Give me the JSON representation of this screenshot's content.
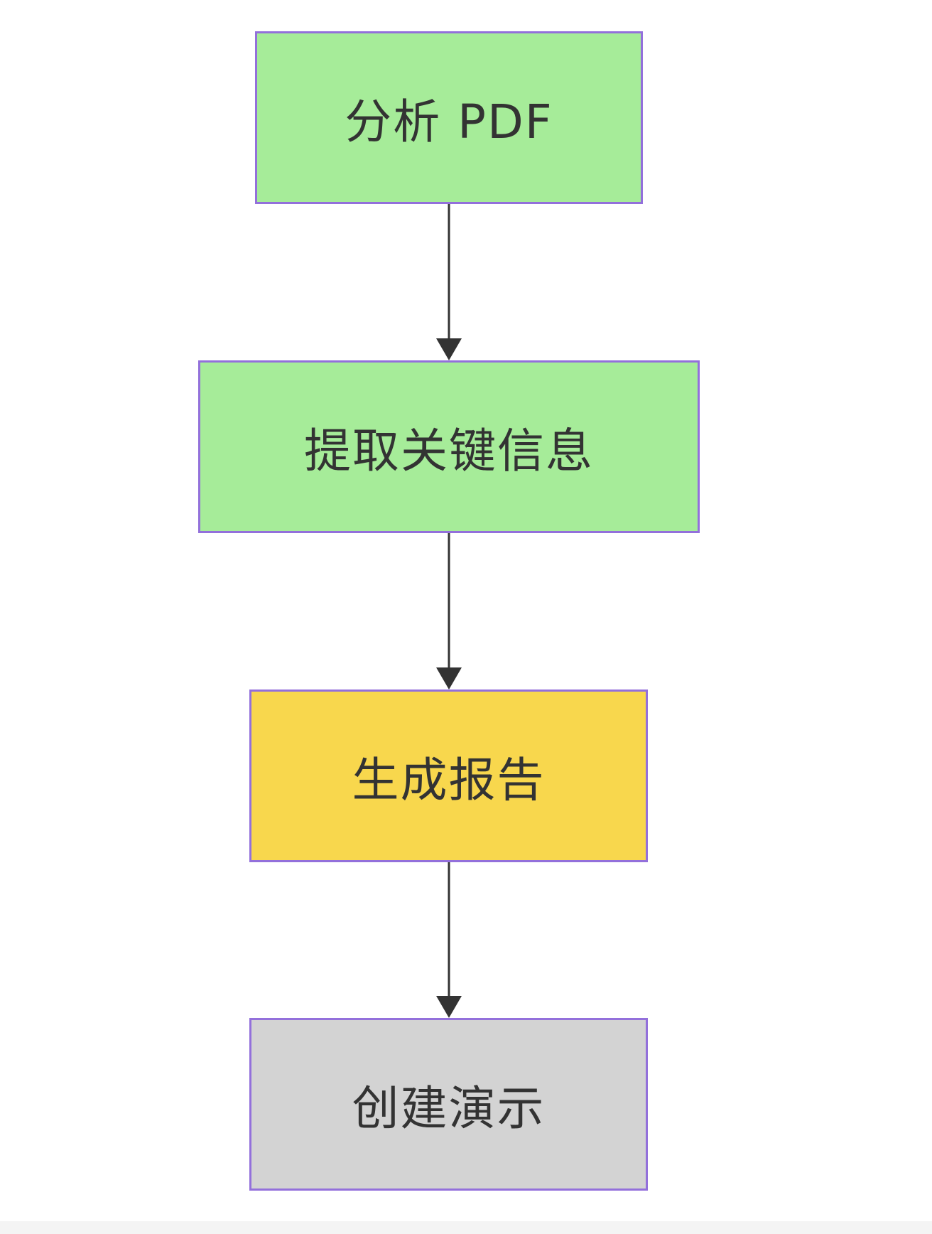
{
  "nodes": [
    {
      "id": "n1",
      "label": "分析 PDF",
      "fill": "#A6EC99"
    },
    {
      "id": "n2",
      "label": "提取关键信息",
      "fill": "#A6EC99"
    },
    {
      "id": "n3",
      "label": "生成报告",
      "fill": "#F8D74D"
    },
    {
      "id": "n4",
      "label": "创建演示",
      "fill": "#D3D3D3"
    }
  ],
  "edges": [
    {
      "from": "n1",
      "to": "n2"
    },
    {
      "from": "n2",
      "to": "n3"
    },
    {
      "from": "n3",
      "to": "n4"
    }
  ],
  "colors": {
    "node_border": "#9370DB",
    "edge": "#333333",
    "text": "#333333"
  }
}
